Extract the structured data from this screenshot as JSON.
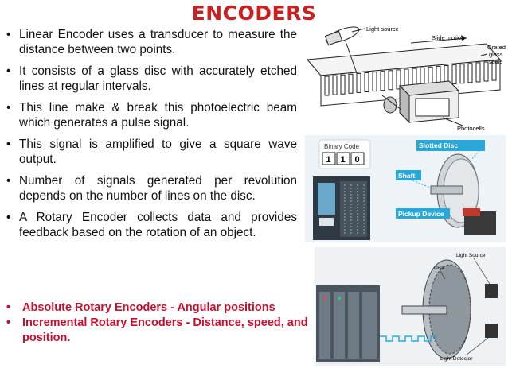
{
  "title": "ENCODERS",
  "bullets": [
    "Linear Encoder uses a transducer to measure the distance between two points.",
    "It consists of a glass disc with accurately etched lines at regular intervals.",
    "This line make & break this photoelectric beam which generates a pulse signal.",
    "This signal is amplified to give a square wave output.",
    "Number of signals generated per revolution depends on the number of lines on the disc.",
    "A Rotary Encoder collects data and provides feedback based on the rotation of an object."
  ],
  "red_bullets": [
    "Absolute Rotary Encoders - Angular positions",
    "Incremental Rotary Encoders - Distance, speed, and position."
  ],
  "fig1": {
    "light_source": "Light source",
    "slide_motion": "Slide motion",
    "grated_scale_l1": "Grated",
    "grated_scale_l2": "glass",
    "grated_scale_l3": "scale",
    "photocells": "Photocells"
  },
  "fig2": {
    "binary_code": "Binary Code",
    "bits": [
      "1",
      "1",
      "0"
    ],
    "slotted_disc": "Slotted Disc",
    "shaft": "Shaft",
    "pickup_device": "Pickup Device"
  },
  "fig3": {
    "light_source": "Light Source",
    "disk": "Disk",
    "light_detector": "Light Detector"
  },
  "colors": {
    "title": "#cc1f1f",
    "red_text": "#c8102e",
    "label_bg": "#2aa7d9",
    "panel_bg": "#eef3f7"
  }
}
